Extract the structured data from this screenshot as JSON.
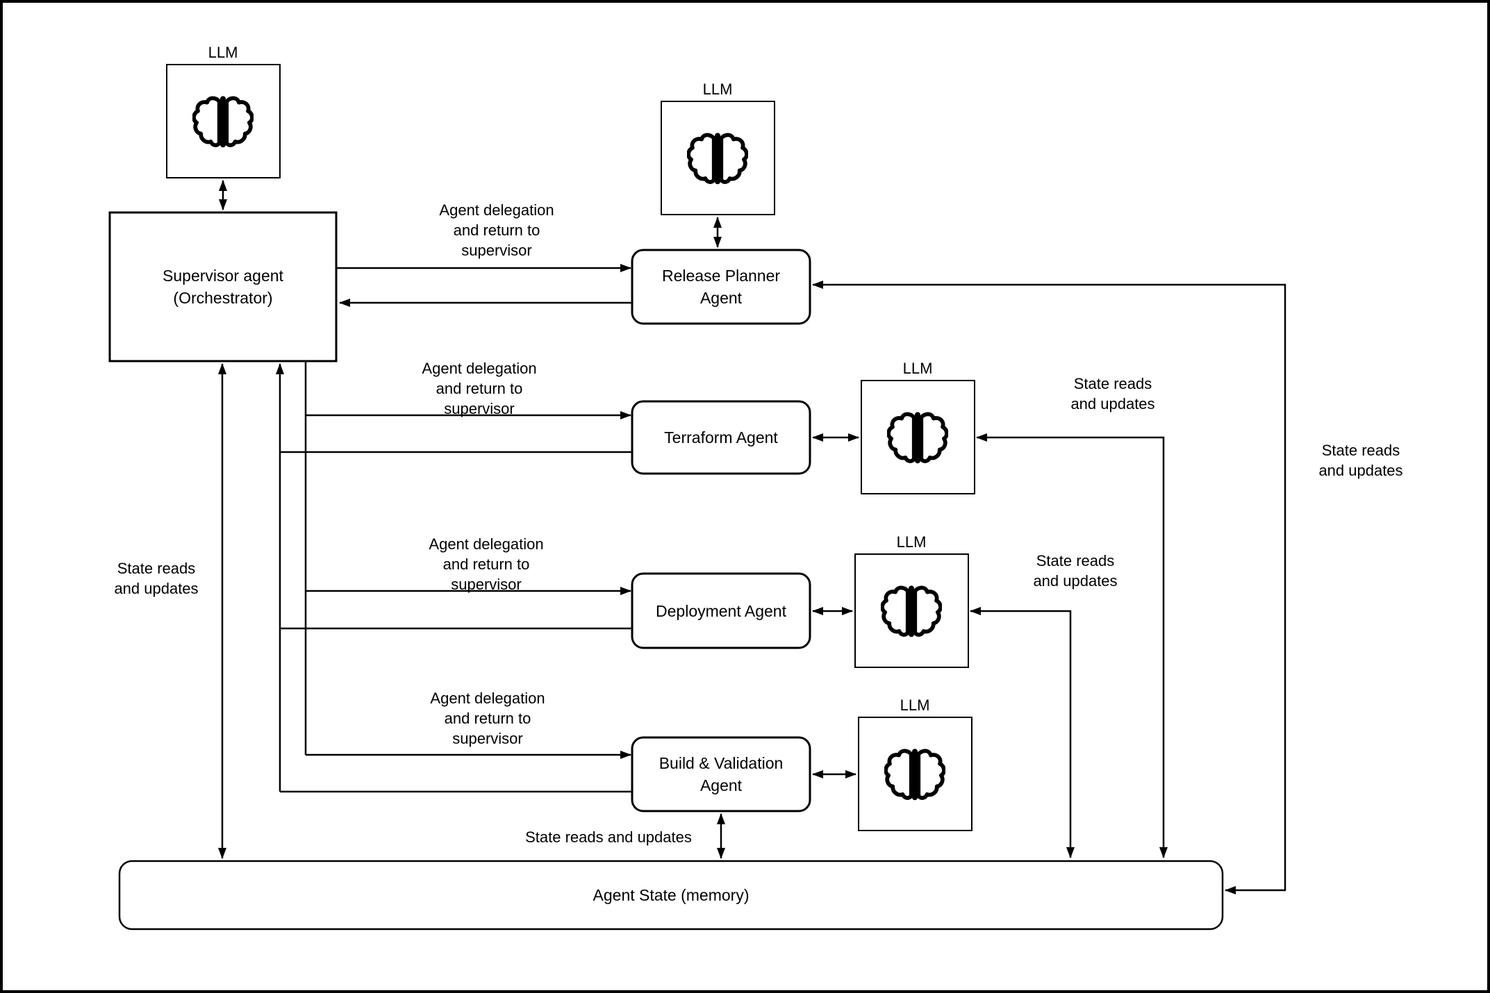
{
  "colors": {
    "ink": "#000000",
    "background": "#ffffff"
  },
  "nodes": {
    "llm": "LLM",
    "supervisor": [
      "Supervisor agent",
      "(Orchestrator)"
    ],
    "release_planner": [
      "Release Planner",
      "Agent"
    ],
    "terraform": "Terraform Agent",
    "deployment": "Deployment Agent",
    "build_validation": [
      "Build & Validation",
      "Agent"
    ],
    "agent_state": "Agent State (memory)"
  },
  "edges": {
    "delegation": [
      "Agent delegation",
      "and return to",
      "supervisor"
    ],
    "state_rw": [
      "State reads",
      "and updates"
    ],
    "state_rw_inline": "State reads and updates"
  }
}
